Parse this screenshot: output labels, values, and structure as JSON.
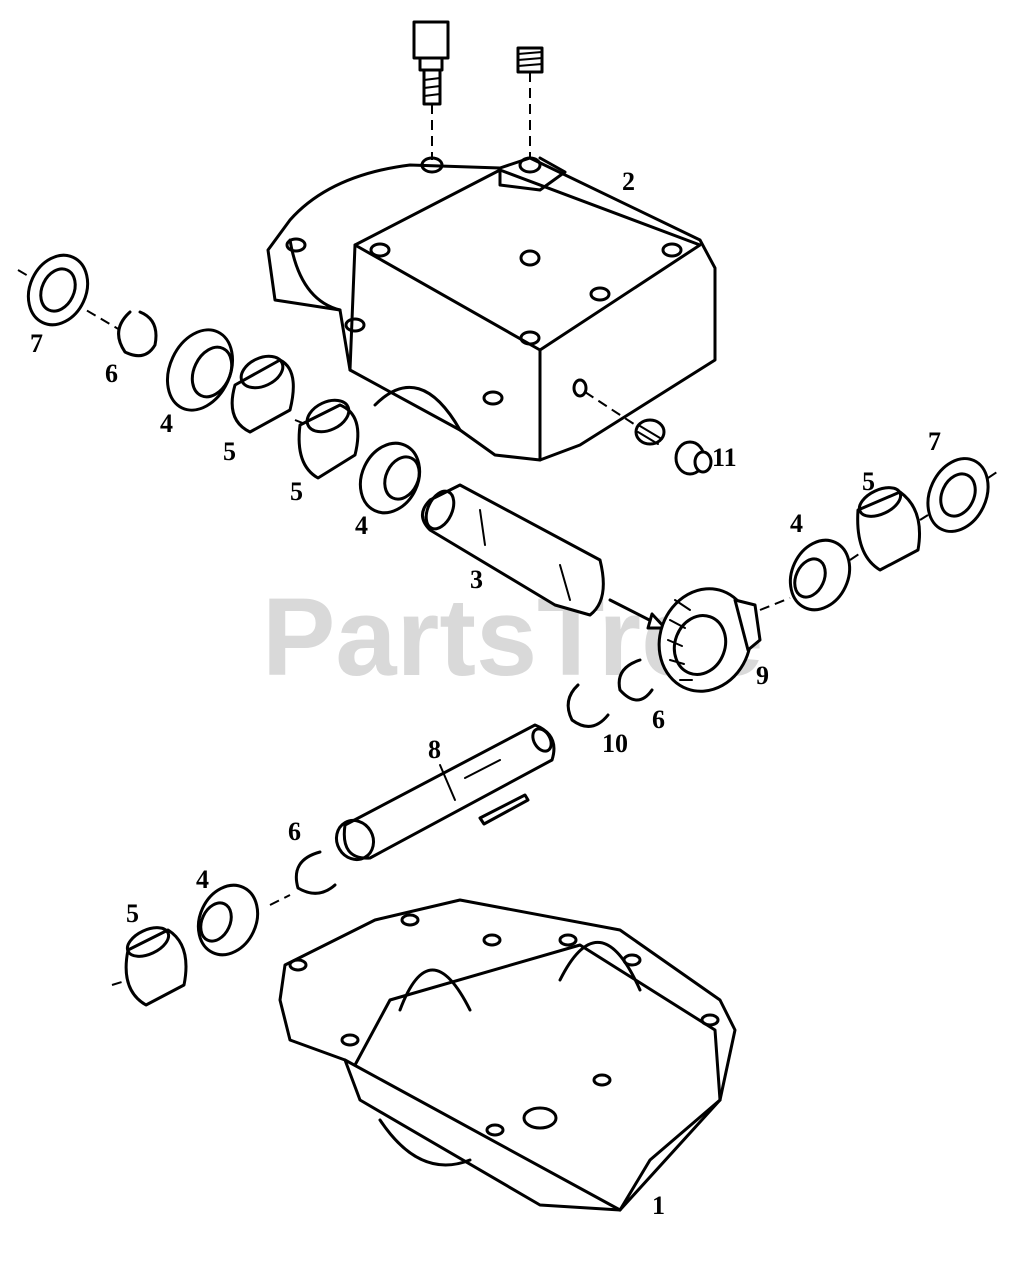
{
  "watermark": "PartsTree",
  "callouts": {
    "c1": "1",
    "c2": "2",
    "c3": "3",
    "c4a": "4",
    "c4b": "4",
    "c4c": "4",
    "c4d": "4",
    "c5a": "5",
    "c5b": "5",
    "c5c": "5",
    "c5d": "5",
    "c6a": "6",
    "c6b": "6",
    "c6c": "6",
    "c7a": "7",
    "c7b": "7",
    "c8": "8",
    "c9": "9",
    "c10": "10",
    "c11": "11"
  }
}
